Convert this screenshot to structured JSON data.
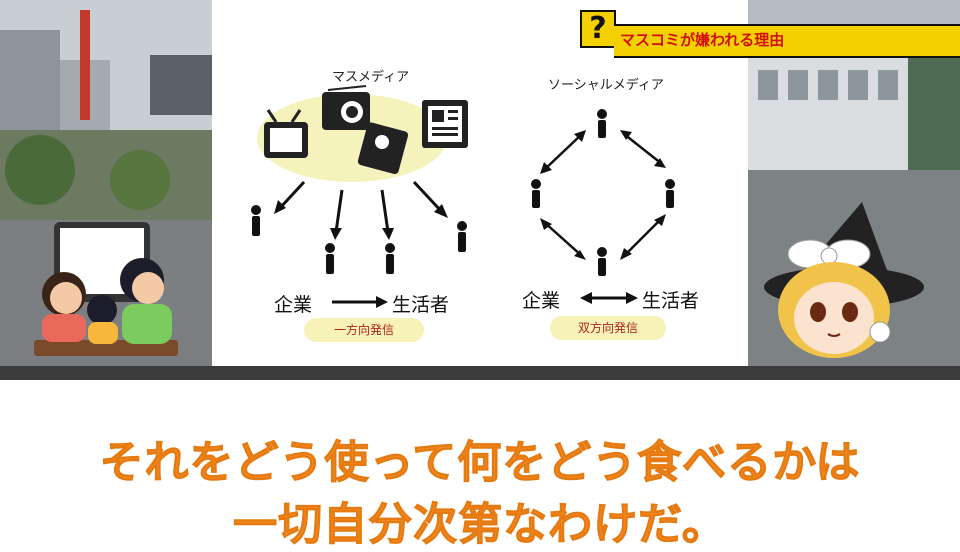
{
  "header": {
    "title": "マスコミが嫌われる理由",
    "badge_icon": "?"
  },
  "slide": {
    "mass_media_label": "マスメディア",
    "social_media_label": "ソーシャルメディア",
    "left_from": "企業",
    "left_to": "生活者",
    "left_caption": "一方向発信",
    "right_from": "企業",
    "right_to": "生活者",
    "right_caption": "双方向発信"
  },
  "subtitle": {
    "line1": "それをどう使って何をどう食べるかは",
    "line2": "一切自分次第なわけだ。"
  },
  "colors": {
    "subtitle": "#f08a24",
    "title_bar": "#f5d000",
    "title_text": "#d01010",
    "pill": "#f7f3b8"
  }
}
